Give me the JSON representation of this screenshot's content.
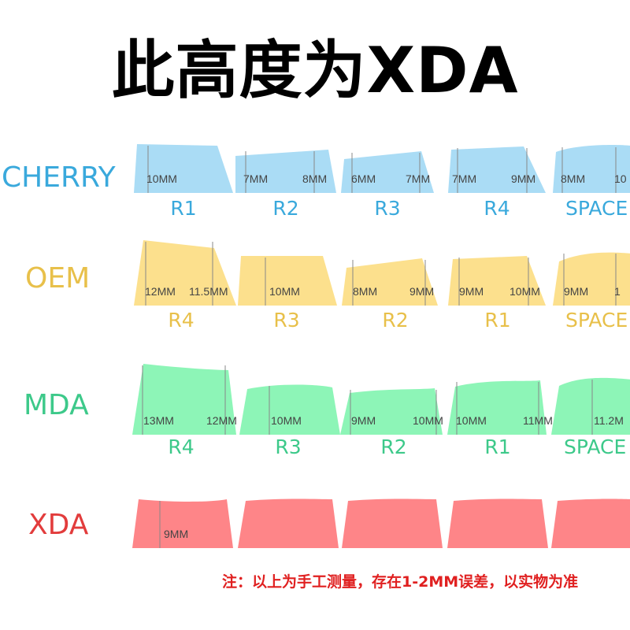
{
  "title": "此高度为XDA",
  "colors": {
    "cherry": "#aadcf5",
    "oem": "#fce08d",
    "mda": "#8df5b7",
    "xda": "#fe8588",
    "cherry_text": "#3aa9dc",
    "oem_text": "#e8c04a",
    "mda_text": "#3dc98a",
    "xda_text": "#e23c3c"
  },
  "profiles": [
    {
      "name": "CHERRY",
      "color_key": "cherry",
      "keys": [
        {
          "row": "R1",
          "heights": [
            "10MM"
          ]
        },
        {
          "row": "R2",
          "heights": [
            "7MM",
            "8MM"
          ]
        },
        {
          "row": "R3",
          "heights": [
            "6MM",
            "7MM"
          ]
        },
        {
          "row": "R4",
          "heights": [
            "7MM",
            "9MM"
          ]
        },
        {
          "row": "SPACE",
          "heights": [
            "8MM",
            "10"
          ]
        }
      ]
    },
    {
      "name": "OEM",
      "color_key": "oem",
      "keys": [
        {
          "row": "R4",
          "heights": [
            "12MM",
            "11.5MM"
          ]
        },
        {
          "row": "R3",
          "heights": [
            "10MM"
          ]
        },
        {
          "row": "R2",
          "heights": [
            "8MM",
            "9MM"
          ]
        },
        {
          "row": "R1",
          "heights": [
            "9MM",
            "10MM"
          ]
        },
        {
          "row": "SPACE",
          "heights": [
            "9MM",
            "1"
          ]
        }
      ]
    },
    {
      "name": "MDA",
      "color_key": "mda",
      "keys": [
        {
          "row": "R4",
          "heights": [
            "13MM",
            "12MM"
          ]
        },
        {
          "row": "R3",
          "heights": [
            "10MM"
          ]
        },
        {
          "row": "R2",
          "heights": [
            "9MM",
            "10MM"
          ]
        },
        {
          "row": "R1",
          "heights": [
            "10MM",
            "11MM"
          ]
        },
        {
          "row": "SPACE",
          "heights": [
            "11.2M"
          ]
        }
      ]
    },
    {
      "name": "XDA",
      "color_key": "xda",
      "keys": [
        {
          "row": "",
          "heights": [
            "9MM"
          ]
        },
        {
          "row": "",
          "heights": []
        },
        {
          "row": "",
          "heights": []
        },
        {
          "row": "",
          "heights": []
        },
        {
          "row": "",
          "heights": []
        }
      ]
    }
  ],
  "note": "注：以上为手工测量，存在1-2MM误差，以实物为准"
}
